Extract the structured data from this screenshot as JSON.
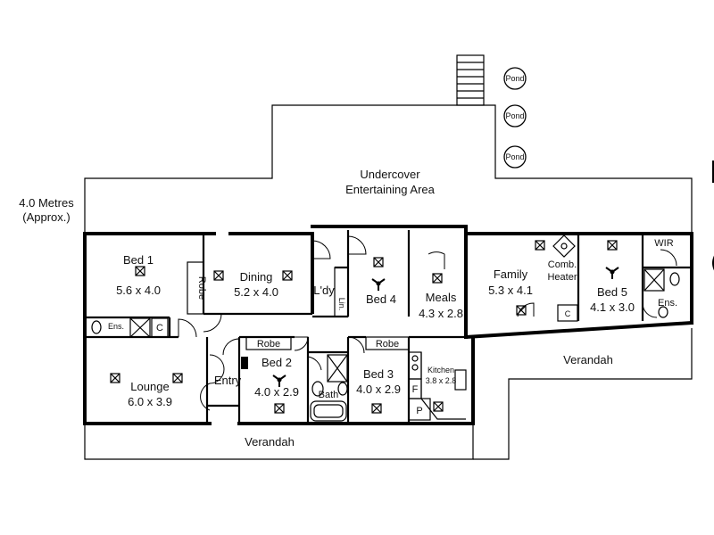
{
  "scale_note": [
    "4.0 Metres",
    "(Approx.)"
  ],
  "outdoor": {
    "entertaining": [
      "Undercover",
      "Entertaining Area"
    ],
    "verandah_front": "Verandah",
    "verandah_side": "Verandah",
    "ponds": [
      "Pond",
      "Pond",
      "Pond"
    ]
  },
  "rooms": {
    "bed1": {
      "name": "Bed 1",
      "dims": "5.6 x 4.0"
    },
    "dining": {
      "name": "Dining",
      "dims": "5.2 x 4.0"
    },
    "laundry": {
      "name": "L'dy"
    },
    "linen": {
      "name": "Lin."
    },
    "bed4": {
      "name": "Bed 4"
    },
    "meals": {
      "name": "Meals",
      "dims": "4.3 x 2.8"
    },
    "family": {
      "name": "Family",
      "dims": "5.3 x 4.1"
    },
    "heater": {
      "line1": "Comb.",
      "line2": "Heater"
    },
    "bed5": {
      "name": "Bed 5",
      "dims": "4.1 x 3.0"
    },
    "wir": {
      "name": "WIR"
    },
    "ens_bed5": {
      "name": "Ens."
    },
    "ens_bed1": {
      "name": "Ens."
    },
    "lounge": {
      "name": "Lounge",
      "dims": "6.0 x 3.9"
    },
    "entry": {
      "name": "Entry"
    },
    "bed2": {
      "name": "Bed 2",
      "dims": "4.0 x 2.9"
    },
    "bath": {
      "name": "Bath"
    },
    "bed3": {
      "name": "Bed 3",
      "dims": "4.0 x 2.9"
    },
    "kitchen": {
      "name": "Kitchen",
      "dims": "3.8 x 2.8"
    }
  },
  "fixtures": {
    "robe_bed1": "Robe",
    "robe_bed2": "Robe",
    "robe_bed3": "Robe",
    "cupboard_a": "C",
    "cupboard_b": "C",
    "fridge": "F",
    "pantry": "P"
  }
}
